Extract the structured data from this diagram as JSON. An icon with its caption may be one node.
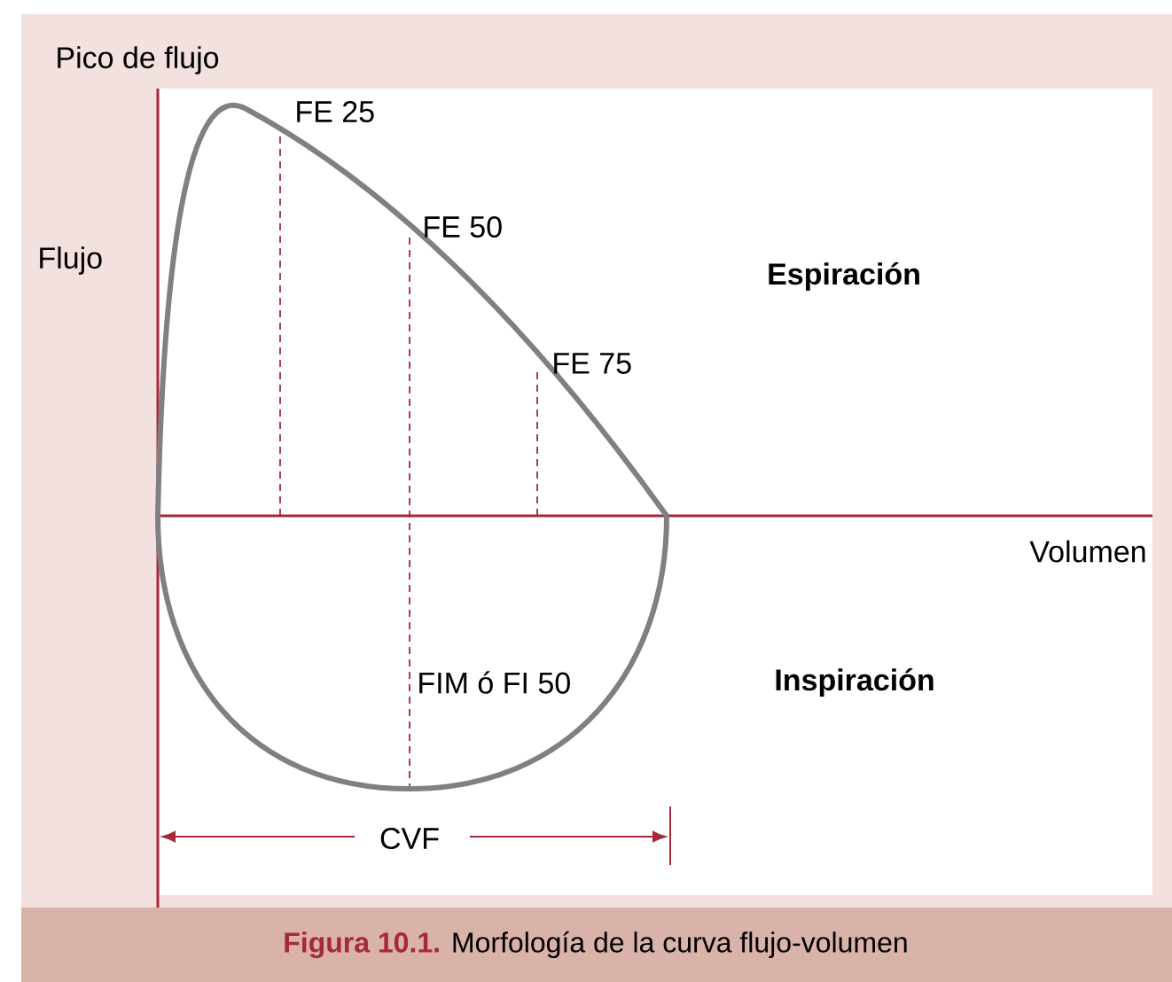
{
  "diagram": {
    "caption": "**Figura 10.1.** Morfología de la curva flujo-volumen",
    "labels": [
      "Pico de flujo",
      "FE 25",
      "FE 50",
      "Flujo",
      "Espiración",
      "FE 75",
      "Volumen",
      "FIM ó FI 50",
      "Inspiración",
      "CVF"
    ]
  }
}
